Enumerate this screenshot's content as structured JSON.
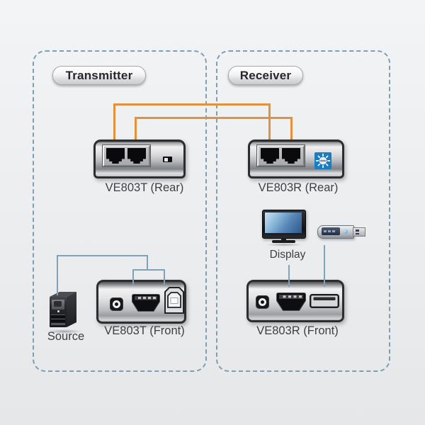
{
  "panels": [
    {
      "id": "transmitter",
      "label": "Transmitter"
    },
    {
      "id": "receiver",
      "label": "Receiver"
    }
  ],
  "device_labels": {
    "t_rear": "VE803T (Rear)",
    "r_rear": "VE803R (Rear)",
    "t_front": "VE803T (Front)",
    "r_front": "VE803R (Front)"
  },
  "peripheral_labels": {
    "source": "Source",
    "display": "Display"
  },
  "icons": {
    "rj45_ports": "rj45-port-icon",
    "dip_switch": "dip-switch-icon",
    "rotary_switch": "rotary-switch-icon",
    "power_jack": "power-jack-icon",
    "hdmi_port": "hdmi-port-icon",
    "usb_b_port": "usb-b-port-icon",
    "usb_a_port": "usb-a-port-icon",
    "monitor": "monitor-icon",
    "usb_flash_drive": "usb-flash-drive-icon",
    "computer_tower": "computer-tower-icon"
  },
  "colors": {
    "cable_orange": "#E2913C",
    "connection_line_blue": "#7FA2B8",
    "panel_dash_border": "#7C9FB5",
    "rotary_icon_blue": "#1A7DC1",
    "background_top": "#F3F4F6",
    "background_bottom": "#E5E7E9"
  }
}
